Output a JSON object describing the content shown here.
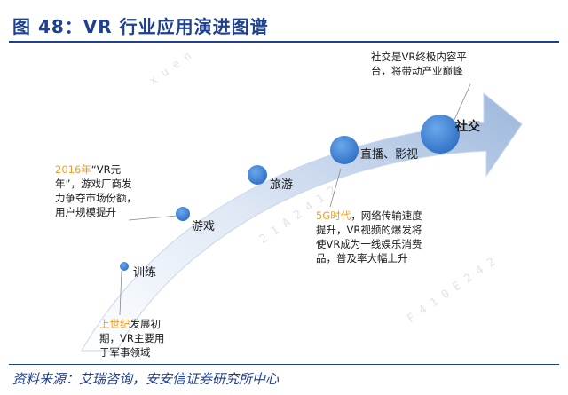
{
  "title": "图 48：VR 行业应用演进图谱",
  "source": "资料来源：艾瑞咨询，安安信证券研究所中心",
  "stages": [
    {
      "label": "训练"
    },
    {
      "label": "游戏"
    },
    {
      "label": "旅游"
    },
    {
      "label": "直播、影视"
    },
    {
      "label": "社交"
    }
  ],
  "notes": {
    "early": {
      "highlight": "上世纪",
      "line1_rest": "发展初",
      "line2": "期，VR主要用",
      "line3": "于军事领域"
    },
    "y2016": {
      "highlight": "2016年",
      "line1_rest": "“VR元",
      "line2": "年”，游戏厂商发",
      "line3": "力争夺市场份额，",
      "line4": "用户规模提升"
    },
    "fiveg": {
      "highlight": "5G时代",
      "line1_rest": "，网络传输速度",
      "line2": "提升，VR视频的爆发将",
      "line3": "使VR成为一线娱乐消费",
      "line4": "品，普及率大幅上升"
    },
    "social": {
      "line1": "社交是VR终极内容平",
      "line2": "台，将带动产业巅峰"
    }
  },
  "colors": {
    "title": "#1f3f8f",
    "highlight": "#f39c1f",
    "node": "#3f86d6",
    "arrow_light": "#eef3fb",
    "arrow_dark": "#9db8dd"
  }
}
